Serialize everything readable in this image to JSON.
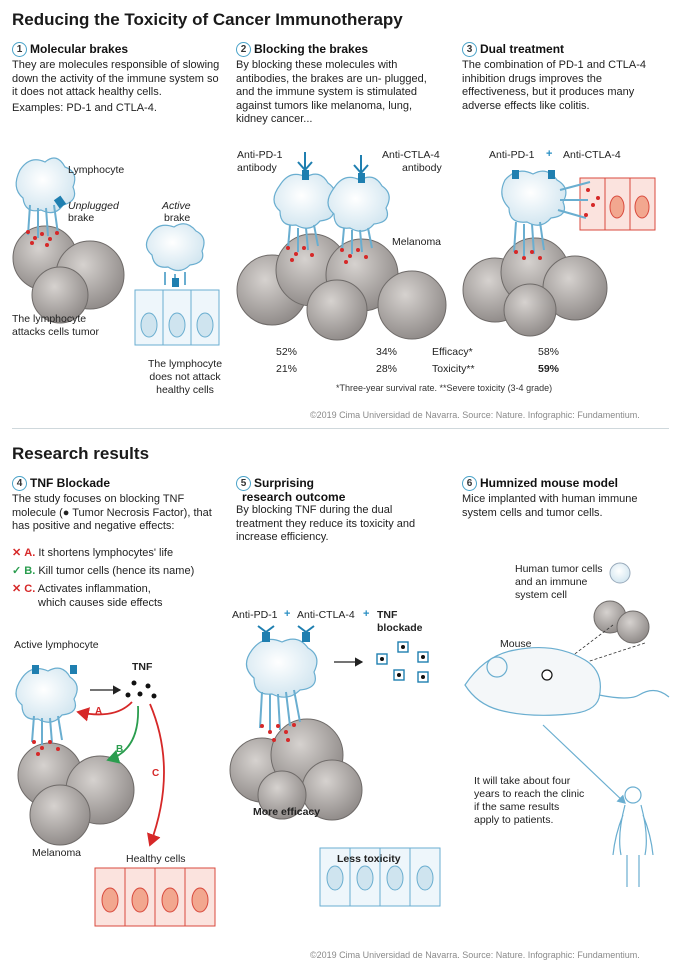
{
  "title": "Reducing the Toxicity of Cancer Immunotherapy",
  "section1": {
    "num": "1",
    "title": "Molecular brakes",
    "body": "They are molecules responsible of slowing down the activity of the immune system so it does not attack healthy cells.",
    "examples": "Examples: PD-1 and CTLA-4.",
    "lymphocyte_label": "Lymphocyte",
    "unplugged_1": "Unplugged",
    "unplugged_2": "brake",
    "active_1": "Active",
    "active_2": "brake",
    "attacks_1": "The lymphocyte",
    "attacks_2": "attacks cells tumor",
    "not_attack_1": "The lymphocyte",
    "not_attack_2": "does not attack",
    "not_attack_3": "healthy cells"
  },
  "section2": {
    "num": "2",
    "title": "Blocking the brakes",
    "body": "By blocking these molecules with antibodies, the brakes are un- plugged, and the immune system is stimulated against tumors like melanoma, lung, kidney cancer...",
    "anti_pd1_1": "Anti-PD-1",
    "anti_pd1_2": "antibody",
    "anti_ctla4_1": "Anti-CTLA-4",
    "anti_ctla4_2": "antibody",
    "melanoma": "Melanoma"
  },
  "section3": {
    "num": "3",
    "title": "Dual treatment",
    "body": "The combination of PD-1 and CTLA-4 inhibition drugs improves the effectiveness, but it produces many adverse effects like colitis.",
    "anti_pd1": "Anti-PD-1",
    "plus": "+",
    "anti_ctla4": "Anti-CTLA-4"
  },
  "stats": {
    "efficacy_label": "Efficacy*",
    "toxicity_label": "Toxicity**",
    "pd1_efficacy": "52%",
    "pd1_toxicity": "21%",
    "ctla4_efficacy": "34%",
    "ctla4_toxicity": "28%",
    "dual_efficacy": "58%",
    "dual_toxicity": "59%",
    "footnote": "*Three-year survival rate. **Severe toxicity (3-4 grade)"
  },
  "credit_top": "©2019 Cima Universidad de Navarra. Source: Nature. Infographic: Fundamentium.",
  "research_title": "Research results",
  "section4": {
    "num": "4",
    "title": "TNF Blockade",
    "body": "The study focuses on blocking TNF molecule (● Tumor Necrosis Factor), that has positive and negative effects:",
    "a_mark": "✕",
    "a_letter": "A.",
    "a_text": "It shortens lymphocytes' life",
    "b_mark": "✓",
    "b_letter": "B.",
    "b_text": "Kill tumor cells (hence its name)",
    "c_mark": "✕",
    "c_letter": "C.",
    "c_text_1": "Activates inflammation,",
    "c_text_2": "which causes side effects",
    "active_lymphocyte": "Active lymphocyte",
    "tnf": "TNF",
    "arrow_a": "A",
    "arrow_b": "B",
    "arrow_c": "C",
    "melanoma": "Melanoma",
    "healthy_cells": "Healthy cells"
  },
  "section5": {
    "num": "5",
    "title_1": "Surprising",
    "title_2": "research outcome",
    "body": "By blocking TNF during the dual treatment they reduce its toxicity and increase efficiency.",
    "anti_pd1": "Anti-PD-1",
    "plus1": "+",
    "anti_ctla4": "Anti-CTLA-4",
    "plus2": "+",
    "tnf_1": "TNF",
    "tnf_2": "blockade",
    "more_efficacy": "More efficacy",
    "less_toxicity": "Less toxicity"
  },
  "section6": {
    "num": "6",
    "title": "Humnized mouse model",
    "body": "Mice implanted with human immune system cells and tumor cells.",
    "human_cells_1": "Human tumor cells",
    "human_cells_2": "and an immune",
    "human_cells_3": "system cell",
    "mouse": "Mouse",
    "clinic_1": "It will take about four",
    "clinic_2": "years to reach the clinic",
    "clinic_3": "if the same results",
    "clinic_4": "apply to patients."
  },
  "credit_bottom": "©2019 Cima Universidad de Navarra. Source: Nature. Infographic: Fundamentium.",
  "colors": {
    "accent_blue": "#2a8fc3",
    "red": "#d62828",
    "green": "#2a9d4e",
    "tumor_gray": "#9e9a98",
    "lymph_fill": "#eef6fb",
    "healthy_fill": "#fbe3de"
  }
}
